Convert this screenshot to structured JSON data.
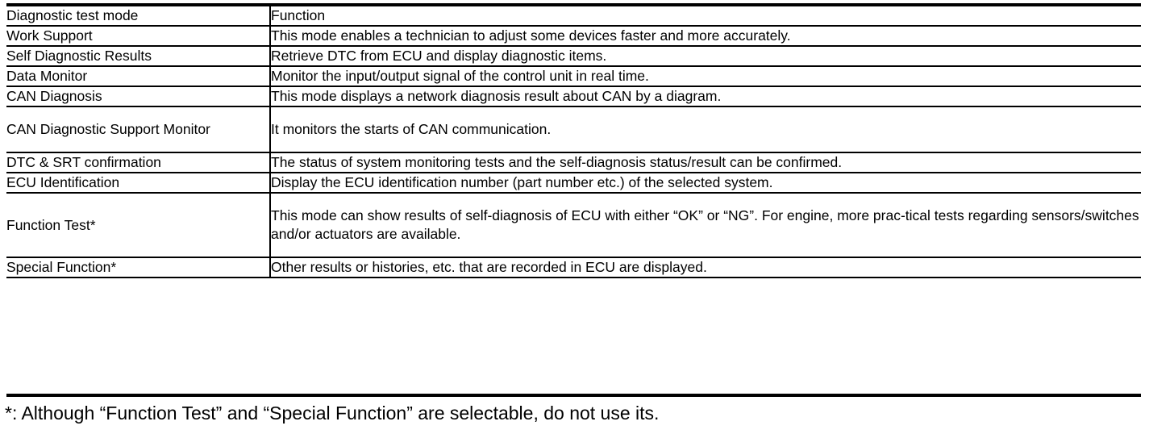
{
  "table": {
    "headers": {
      "mode": "Diagnostic test mode",
      "function": "Function"
    },
    "rows": [
      {
        "mode": "Work Support",
        "function": "This mode enables a technician to adjust some devices faster and more accurately."
      },
      {
        "mode": "Self Diagnostic Results",
        "function": "Retrieve DTC from ECU and display diagnostic items."
      },
      {
        "mode": "Data Monitor",
        "function": "Monitor the input/output signal of the control unit in real time."
      },
      {
        "mode": "CAN Diagnosis",
        "function": "This mode displays a network diagnosis result about CAN by a diagram."
      },
      {
        "mode": "CAN Diagnostic Support Monitor",
        "function": "It monitors the starts of CAN communication."
      },
      {
        "mode": "DTC & SRT confirmation",
        "function": "The status of system monitoring tests and the self-diagnosis status/result can be confirmed."
      },
      {
        "mode": "ECU Identification",
        "function": "Display the ECU identification number (part number etc.) of the selected system."
      },
      {
        "mode": "Function Test*",
        "function": "This mode can show results of self-diagnosis of ECU with either “OK” or “NG”. For engine, more prac-tical tests regarding sensors/switches and/or actuators are available."
      },
      {
        "mode": "Special Function*",
        "function": "Other results or histories, etc. that are recorded in ECU are displayed."
      }
    ]
  },
  "footnote": {
    "text": "*: Although “Function Test” and “Special Function” are selectable, do not use its."
  },
  "colors": {
    "text": "#000000",
    "background": "#ffffff",
    "rule": "#000000"
  }
}
